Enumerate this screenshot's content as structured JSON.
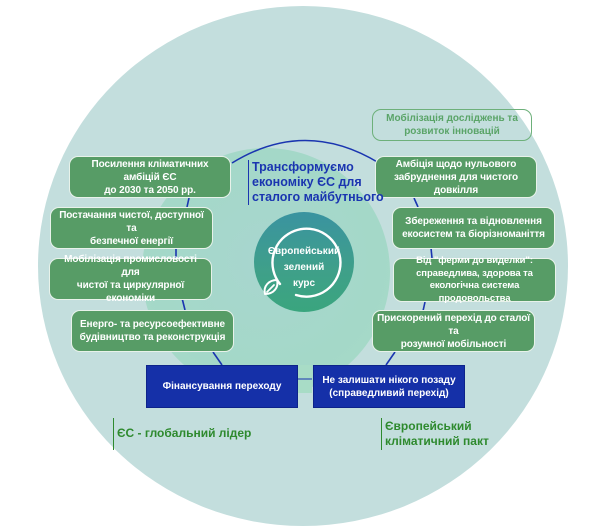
{
  "diagram": {
    "center": {
      "lines": [
        "Європейський",
        "зелений",
        "курс"
      ],
      "icon": "leaf-icon"
    },
    "headline": {
      "lines": [
        "Трансформуємо",
        "економіку ЄС для",
        "сталого майбутнього"
      ]
    },
    "left_items": [
      {
        "lines": [
          "Посилення кліматичних амбіцій ЄС",
          "до 2030 та 2050 рр."
        ]
      },
      {
        "lines": [
          "Постачання чистої, доступної та",
          "безпечної енергії"
        ]
      },
      {
        "lines": [
          "Мобілізація промисловості для",
          "чистої та циркулярної економіки"
        ]
      },
      {
        "lines": [
          "Енерго- та ресурсоефективне",
          "будівництво та реконструкція"
        ]
      }
    ],
    "right_items": [
      {
        "lines": [
          "Амбіція щодо нульового",
          "забруднення для чистого довкілля"
        ]
      },
      {
        "lines": [
          "Збереження та відновлення",
          "екосистем та біорізноманіття"
        ]
      },
      {
        "lines": [
          "Від \"ферми до виделки\":",
          "справедлива, здорова та",
          "екологічна система продовольства"
        ]
      },
      {
        "lines": [
          "Прискорений перехід до сталої та",
          "розумної мобільності"
        ]
      }
    ],
    "outline_item": {
      "lines": [
        "Мобілізація досліджень та",
        "розвиток інновацій"
      ]
    },
    "bottom_items": [
      {
        "lines": [
          "Фінансування переходу"
        ]
      },
      {
        "lines": [
          "Не залишати нікого позаду",
          "(справедливий перехід)"
        ]
      }
    ],
    "footer_left": {
      "lines": [
        "ЄС - глобальний лідер"
      ]
    },
    "footer_right": {
      "lines": [
        "Європейський",
        "кліматичний пакт"
      ]
    }
  },
  "colors": {
    "background_circle": "#c3dedd",
    "green_box": "#579c66",
    "blue_box": "#1530a8",
    "blue_text": "#1a35b0",
    "green_text": "#2e8a2e"
  }
}
